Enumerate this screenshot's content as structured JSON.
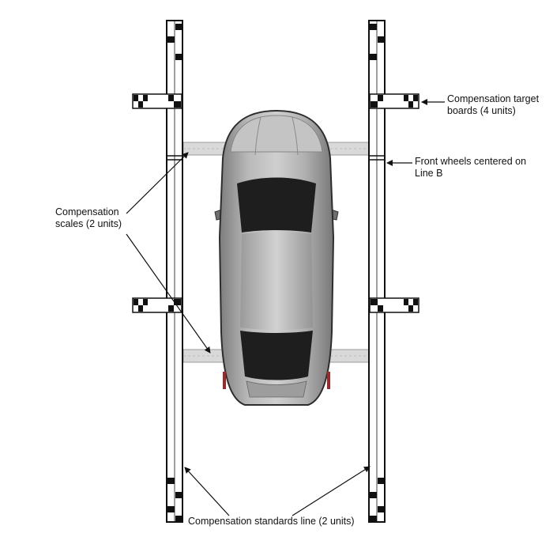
{
  "labels": {
    "target_boards": [
      "Compensation target",
      "boards (4 units)"
    ],
    "front_wheels": [
      "Front wheels centered on",
      "Line B"
    ],
    "scales": [
      "Compensation",
      "scales (2 units)"
    ],
    "standards_line": [
      "Compensation standards line (2 units)"
    ]
  },
  "colors": {
    "rail_border": "#111111",
    "checker_dark": "#111111",
    "scale_fill": "#d6d6d6",
    "car_body": "#a8a8a8",
    "car_glass": "#1e1e1e"
  }
}
